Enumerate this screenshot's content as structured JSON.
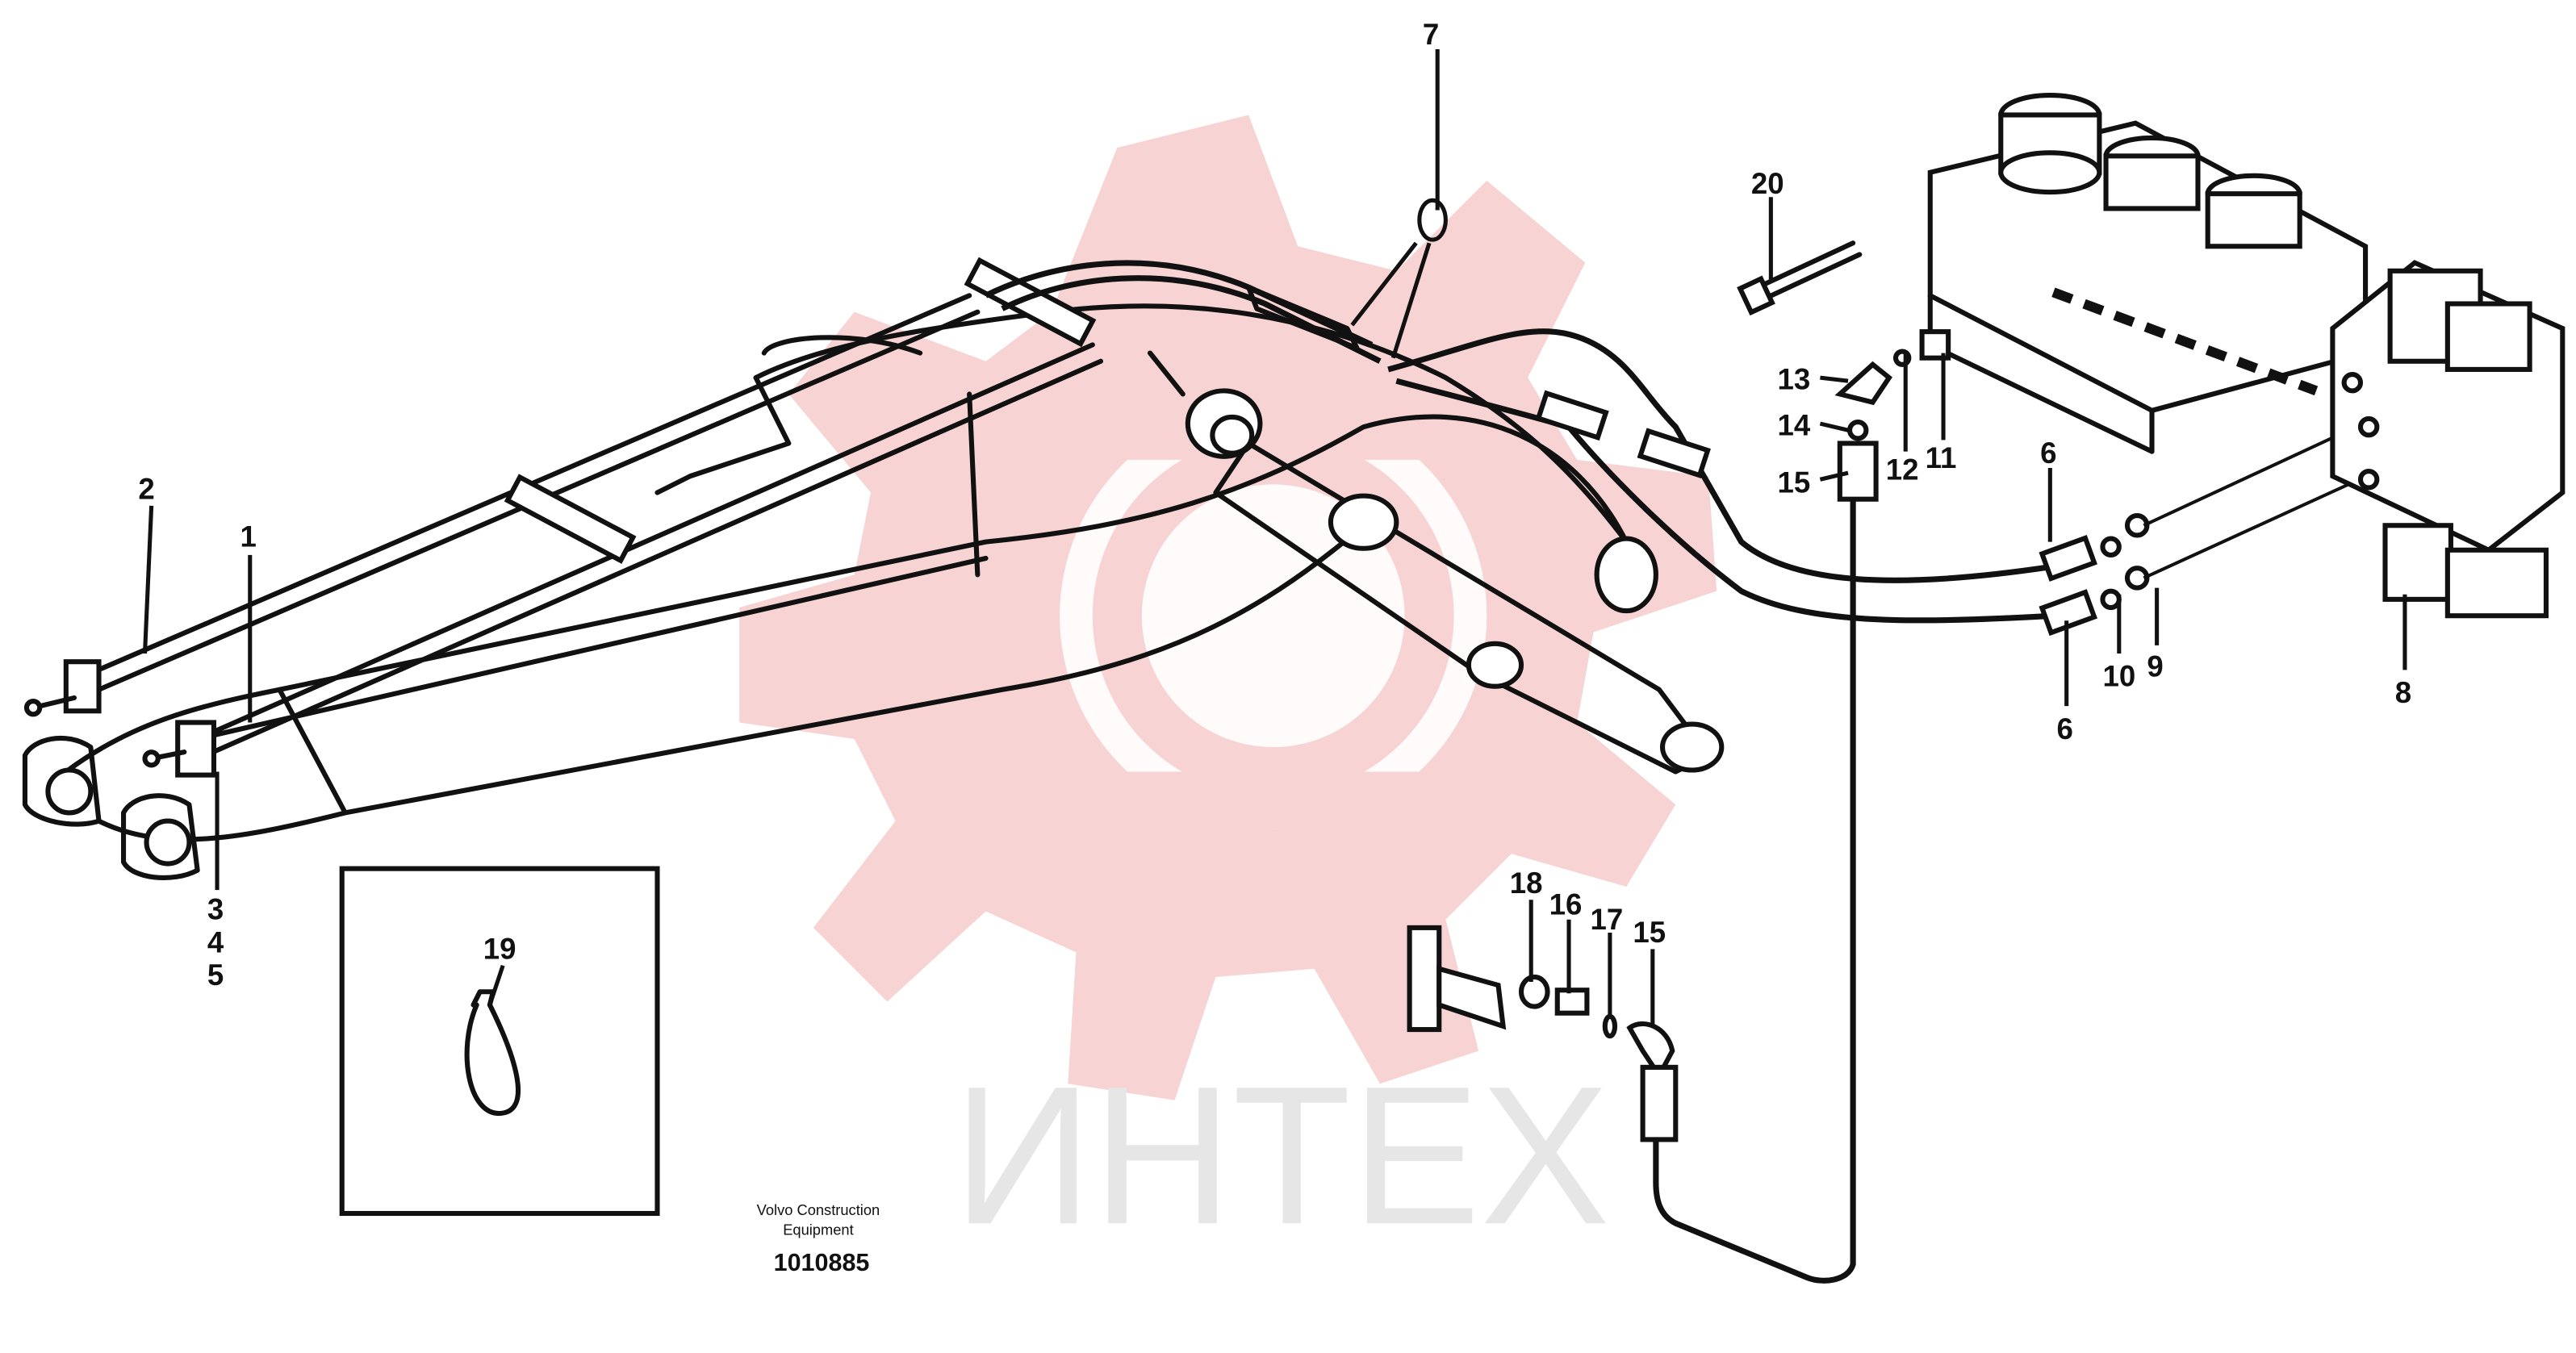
{
  "watermark": {
    "text": "ИНТЕХ",
    "text_color": "#e6e6e6",
    "logo_color": "#f7d3d3"
  },
  "caption": {
    "company": "Volvo Construction Equipment",
    "company_line1": "Volvo Construction",
    "company_line2": "Equipment",
    "drawing_number": "1010885"
  },
  "callouts": [
    {
      "id": "c1",
      "text": "1"
    },
    {
      "id": "c2",
      "text": "2"
    },
    {
      "id": "c3",
      "text": "3"
    },
    {
      "id": "c4",
      "text": "4"
    },
    {
      "id": "c5",
      "text": "5"
    },
    {
      "id": "c6a",
      "text": "6"
    },
    {
      "id": "c6b",
      "text": "6"
    },
    {
      "id": "c7",
      "text": "7"
    },
    {
      "id": "c8",
      "text": "8"
    },
    {
      "id": "c9",
      "text": "9"
    },
    {
      "id": "c10",
      "text": "10"
    },
    {
      "id": "c11",
      "text": "11"
    },
    {
      "id": "c12",
      "text": "12"
    },
    {
      "id": "c13",
      "text": "13"
    },
    {
      "id": "c14",
      "text": "14"
    },
    {
      "id": "c15a",
      "text": "15"
    },
    {
      "id": "c15b",
      "text": "15"
    },
    {
      "id": "c16",
      "text": "16"
    },
    {
      "id": "c17",
      "text": "17"
    },
    {
      "id": "c18",
      "text": "18"
    },
    {
      "id": "c19",
      "text": "19"
    },
    {
      "id": "c20",
      "text": "20"
    }
  ]
}
